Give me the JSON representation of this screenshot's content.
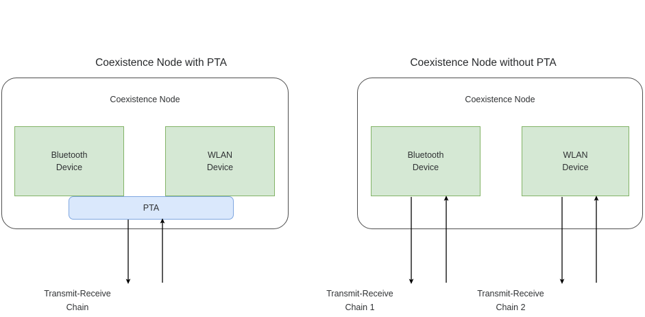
{
  "diagram": {
    "panels": [
      {
        "id": "with-pta",
        "title": "Coexistence Node with PTA",
        "node_label": "Coexistence Node",
        "devices": [
          {
            "name": "bluetooth-device",
            "line1": "Bluetooth",
            "line2": "Device"
          },
          {
            "name": "wlan-device",
            "line1": "WLAN",
            "line2": "Device"
          }
        ],
        "pta_label": "PTA",
        "chains": [
          {
            "line1": "Transmit-Receive",
            "line2": "Chain"
          }
        ]
      },
      {
        "id": "without-pta",
        "title": "Coexistence Node without PTA",
        "node_label": "Coexistence Node",
        "devices": [
          {
            "name": "bluetooth-device",
            "line1": "Bluetooth",
            "line2": "Device"
          },
          {
            "name": "wlan-device",
            "line1": "WLAN",
            "line2": "Device"
          }
        ],
        "pta_label": null,
        "chains": [
          {
            "line1": "Transmit-Receive",
            "line2": "Chain 1"
          },
          {
            "line1": "Transmit-Receive",
            "line2": "Chain 2"
          }
        ]
      }
    ],
    "colors": {
      "device_fill": "#d5e8d4",
      "device_stroke": "#82b366",
      "pta_fill": "#dae8fc",
      "pta_stroke": "#7ea6e0",
      "container_stroke": "#4d4d4d",
      "arrow_stroke": "#000000",
      "text": "#2f3133",
      "background": "#ffffff"
    }
  }
}
